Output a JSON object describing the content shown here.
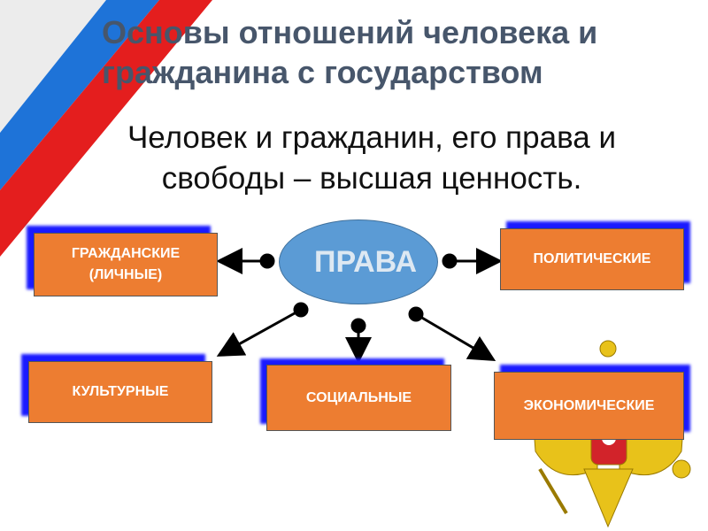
{
  "title": {
    "line1": "Основы отношений человека и",
    "line2": "гражданина с государством"
  },
  "subtitle": "Человек и гражданин, его права и свободы – высшая ценность.",
  "diagram": {
    "center": "ПРАВА",
    "nodes": [
      {
        "id": "civil",
        "label": "ГРАЖДАНСКИЕ (ЛИЧНЫЕ)"
      },
      {
        "id": "political",
        "label": "ПОЛИТИЧЕСКИЕ"
      },
      {
        "id": "cultural",
        "label": "КУЛЬТУРНЫЕ"
      },
      {
        "id": "social",
        "label": "СОЦИАЛЬНЫЕ"
      },
      {
        "id": "economic",
        "label": "ЭКОНОМИЧЕСКИЕ"
      }
    ]
  },
  "colors": {
    "box": "#ed7d31",
    "box_shadow": "#1a1aff",
    "hub": "#5b9bd5",
    "title": "#47566b",
    "flag_blue": "#1e73d8",
    "flag_red": "#e41e1e",
    "emblem_gold": "#e8c21a"
  }
}
